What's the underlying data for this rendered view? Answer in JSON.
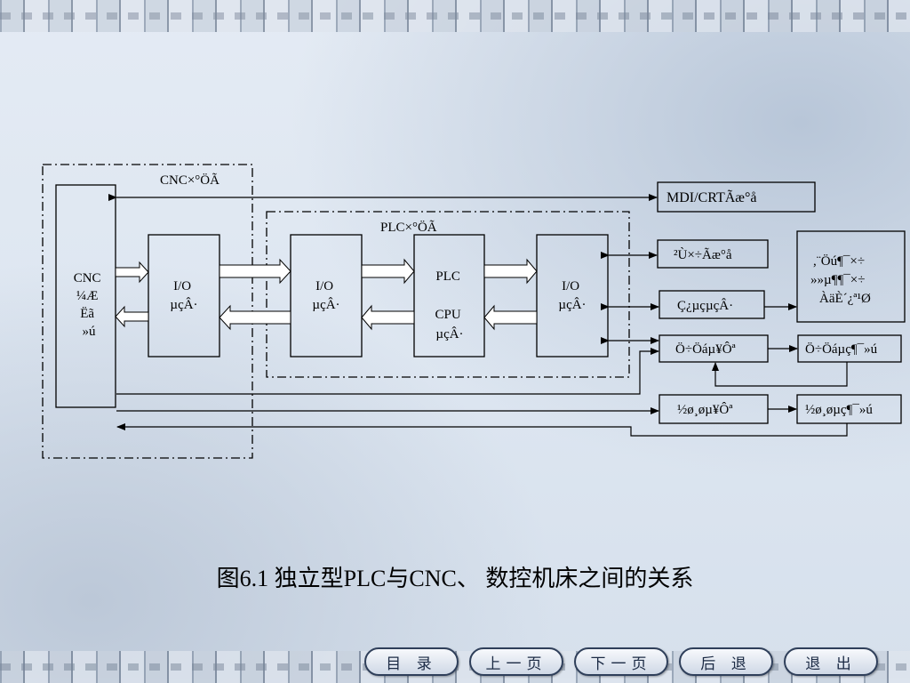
{
  "diagram": {
    "cnc_section_label": "CNC×°ÖÃ",
    "plc_section_label": "PLC×°ÖÃ",
    "cnc_system_lines": [
      "CNC",
      "¼Æ",
      "Ëã",
      "»ú"
    ],
    "io_left_lines": [
      "I/O",
      "µçÂ·"
    ],
    "io_mid_lines": [
      "I/O",
      "µçÂ·"
    ],
    "plc_cpu_lines": [
      "PLC",
      "",
      "CPU",
      "µçÂ·"
    ],
    "io_right_lines": [
      "I/O",
      "µçÂ·"
    ],
    "mdi_crt": "MDI/CRTÃæ°å",
    "operation_panel": "²Ù×÷Ãæ°å",
    "machine_devices_lines": [
      ",¨Öú¶¯×÷",
      "»»µ¶¶¯×÷",
      "ÀäÈ´¿ª¹Ø"
    ],
    "strong_circuit": "Ç¿µçµçÂ·",
    "spindle_unit": "Ö÷Öáµ¥Ôª",
    "spindle_motor": "Ö÷Öáµç¶¯»ú",
    "feed_unit": "½ø¸øµ¥Ôª",
    "feed_motor": "½ø¸øµç¶¯»ú"
  },
  "caption": "图6.1 独立型PLC与CNC、 数控机床之间的关系",
  "nav": {
    "contents": "目 录",
    "prev": "上一页",
    "next": "下一页",
    "back": "后 退",
    "exit": "退 出"
  }
}
